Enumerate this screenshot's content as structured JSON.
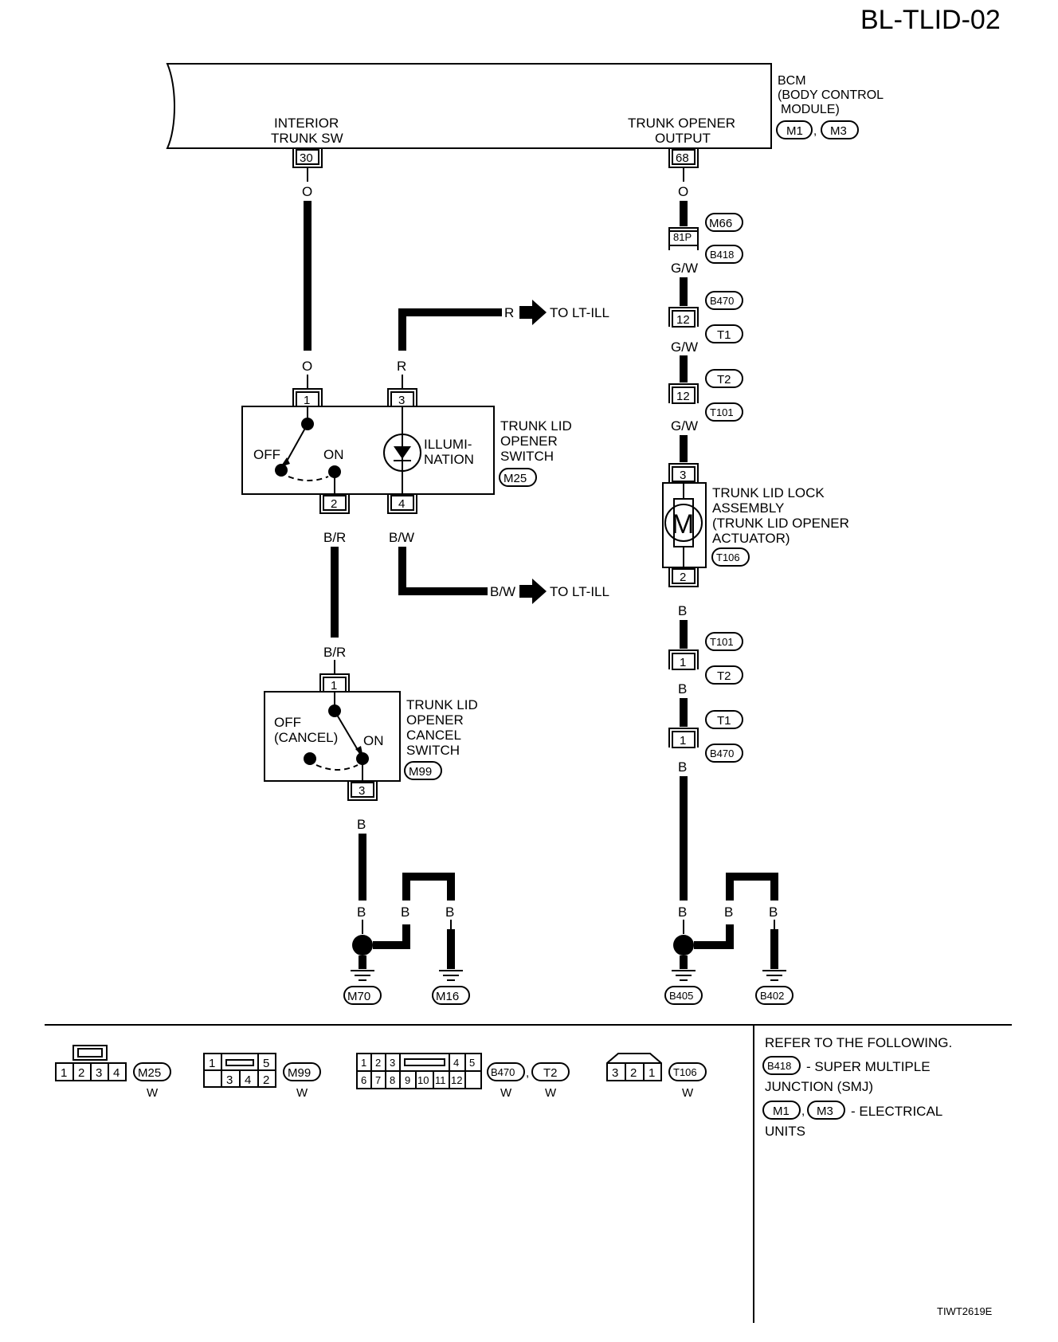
{
  "page_id": "BL-TLID-02",
  "figure_code": "TIWT2619E",
  "bcm": {
    "name_lines": [
      "BCM",
      "(BODY CONTROL",
      "MODULE)"
    ],
    "connectors": [
      "M1",
      "M3"
    ],
    "terminal_left_label": [
      "INTERIOR",
      "TRUNK SW"
    ],
    "terminal_left_pin": "30",
    "terminal_right_label": [
      "TRUNK OPENER",
      "OUTPUT"
    ],
    "terminal_right_pin": "68"
  },
  "wire_colors": {
    "o": "O",
    "r": "R",
    "gw": "G/W",
    "br": "B/R",
    "bw": "B/W",
    "b": "B"
  },
  "destinations": {
    "lt_ill": "TO LT-ILL"
  },
  "trunk_lid_opener_switch": {
    "name_lines": [
      "TRUNK LID",
      "OPENER",
      "SWITCH"
    ],
    "connector": "M25",
    "pins": [
      "1",
      "2",
      "3",
      "4"
    ],
    "off": "OFF",
    "on": "ON",
    "illumination_lines": [
      "ILLUMI-",
      "NATION"
    ]
  },
  "cancel_switch": {
    "name_lines": [
      "TRUNK LID",
      "OPENER",
      "CANCEL",
      "SWITCH"
    ],
    "connector": "M99",
    "pins": [
      "1",
      "3"
    ],
    "off_lines": [
      "OFF",
      "(CANCEL)"
    ],
    "on": "ON"
  },
  "right_path": {
    "joint_81p": {
      "pin": "81P",
      "top": "M66",
      "bottom": "B418"
    },
    "joint_12a": {
      "pin": "12",
      "top": "B470",
      "bottom": "T1"
    },
    "joint_12b": {
      "pin": "12",
      "top": "T2",
      "bottom": "T101"
    },
    "actuator": {
      "name_lines": [
        "TRUNK LID LOCK",
        "ASSEMBLY",
        "(TRUNK LID OPENER",
        " ACTUATOR)"
      ],
      "connector": "T106",
      "pins": [
        "3",
        "2"
      ],
      "motor": "M"
    },
    "joint_1a": {
      "pin": "1",
      "top": "T101",
      "bottom": "T2"
    },
    "joint_1b": {
      "pin": "1",
      "top": "T1",
      "bottom": "B470"
    }
  },
  "grounds": [
    "M70",
    "M16",
    "B405",
    "B402"
  ],
  "connector_views": [
    {
      "id": "M25",
      "color": "W",
      "pins": [
        "1",
        "2",
        "3",
        "4"
      ]
    },
    {
      "id": "M99",
      "color": "W",
      "pins_top": [
        "1",
        "5"
      ],
      "pins_bottom": [
        "3",
        "4",
        "2"
      ]
    },
    {
      "ids": [
        "B470",
        "T2"
      ],
      "colors": [
        "W",
        "W"
      ],
      "pins_top": [
        "1",
        "2",
        "3",
        "4",
        "5"
      ],
      "pins_bottom": [
        "6",
        "7",
        "8",
        "9",
        "10",
        "11",
        "12"
      ]
    },
    {
      "id": "T106",
      "color": "W",
      "pins": [
        "3",
        "2",
        "1"
      ]
    }
  ],
  "refer": {
    "heading": "REFER TO THE FOLLOWING.",
    "line1_connector": "B418",
    "line1_text": "- SUPER MULTIPLE",
    "line1_cont": "JUNCTION (SMJ)",
    "line2_connectors": [
      "M1",
      "M3"
    ],
    "line2_text": "- ELECTRICAL",
    "line2_cont": "UNITS"
  }
}
